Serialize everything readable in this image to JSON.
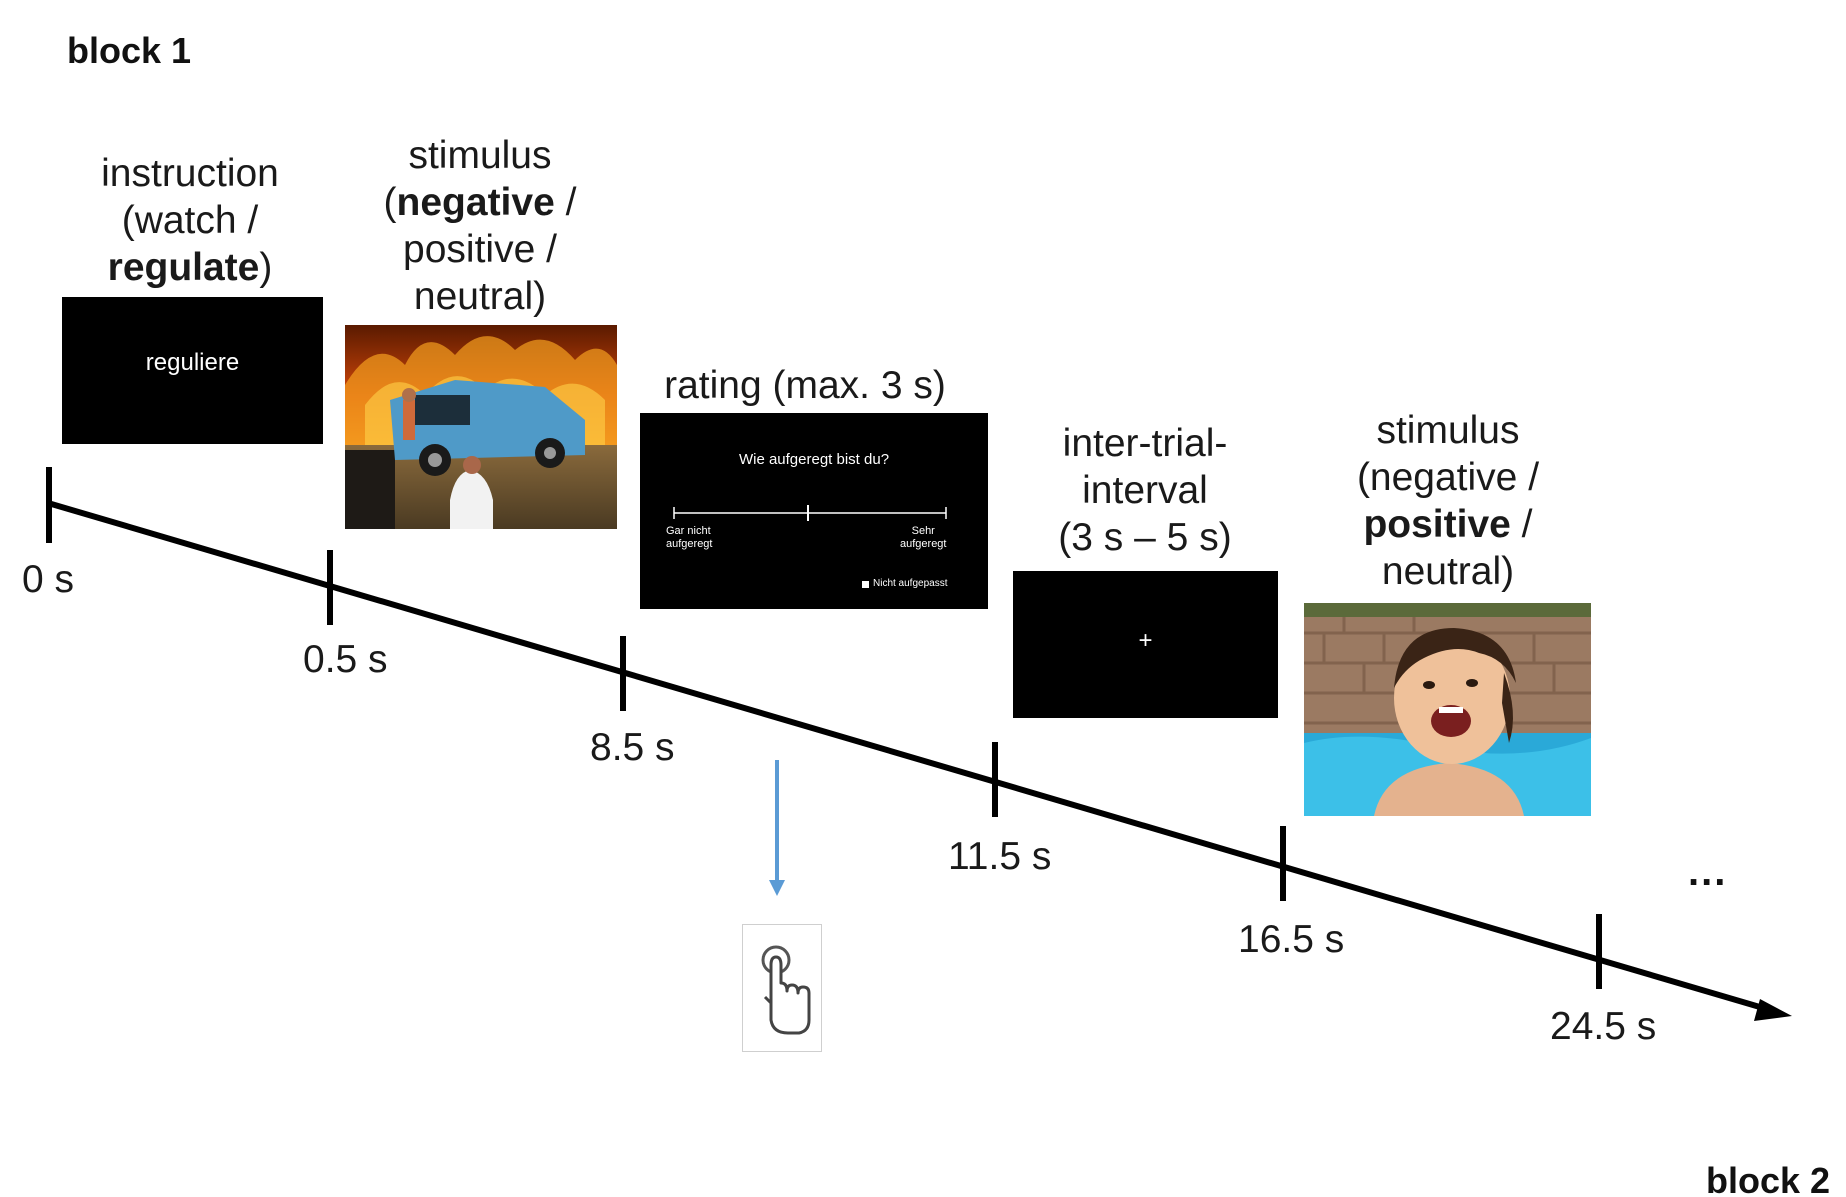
{
  "blocks": {
    "first": "block 1",
    "next": "block 2",
    "ellipsis": "..."
  },
  "captions": {
    "instruction": {
      "line1": "instruction",
      "line2a": "(watch /",
      "line3b": "regulate",
      "line3c": ")"
    },
    "stimulus1": {
      "line1": "stimulus",
      "line2a": "(",
      "line2b": "negative",
      "line2c": " /",
      "line3": "positive /",
      "line4": "neutral)"
    },
    "rating": "rating (max. 3 s)",
    "iti": {
      "line1": "inter-trial-",
      "line2": "interval",
      "line3": "(3 s – 5 s)"
    },
    "stimulus2": {
      "line1": "stimulus",
      "line2": "(negative /",
      "line3b": "positive",
      "line3c": " /",
      "line4": "neutral)"
    }
  },
  "screens": {
    "instruction_text": "reguliere",
    "rating_question": "Wie aufgeregt bist du?",
    "rating_left_1": "Gar nicht",
    "rating_left_2": "aufgeregt",
    "rating_right_1": "Sehr",
    "rating_right_2": "aufgeregt",
    "rating_missed": "Nicht aufgepasst",
    "fixation": "+"
  },
  "timeline": {
    "ticks": [
      "0 s",
      "0.5 s",
      "8.5 s",
      "11.5 s",
      "16.5 s",
      "24.5 s"
    ]
  },
  "colors": {
    "arrow_blue": "#5b9bd5",
    "line": "#000000"
  },
  "icons": {
    "response": "hand-pointer-icon",
    "arrow": "down-arrow-icon"
  }
}
